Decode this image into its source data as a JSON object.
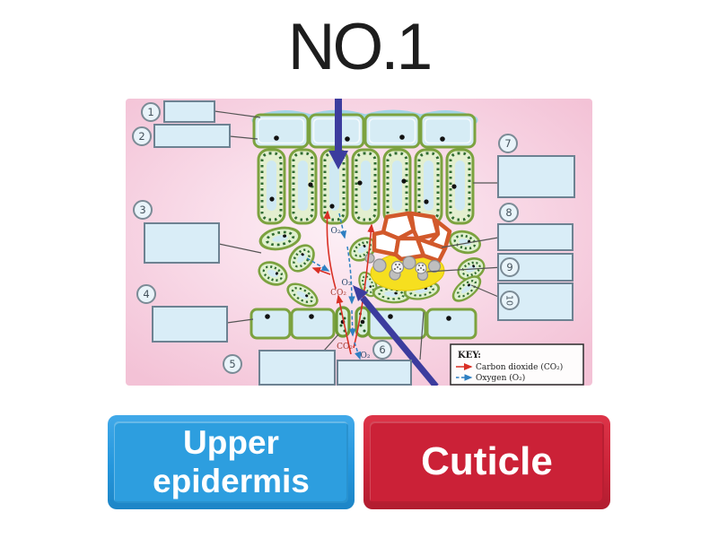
{
  "title": "NO.1",
  "diagram": {
    "numbers": [
      "1",
      "2",
      "3",
      "4",
      "5",
      "6",
      "7",
      "8",
      "9",
      "10"
    ],
    "gas_labels": {
      "co2": "CO₂",
      "o2": "O₂"
    },
    "key": {
      "heading": "KEY:",
      "carbon_dioxide": "Carbon dioxide (CO₂)",
      "oxygen": "Oxygen (O₂)"
    },
    "colors": {
      "background_pink": "#f3c2d6",
      "cell_wall_green": "#7ca23f",
      "chloroplast_green": "#2f6b31",
      "cell_interior_blue": "#cfe9f3",
      "xylem_orange": "#d2592b",
      "phloem_yellow": "#f6df1f",
      "co2_arrow_red": "#d93025",
      "o2_arrow_blue": "#2e7fc2",
      "light_arrow_navy": "#3c3c9e"
    }
  },
  "answers": [
    {
      "label": "Upper epidermis",
      "color": "#2d9edf"
    },
    {
      "label": "Cuticle",
      "color": "#cb2137"
    }
  ]
}
